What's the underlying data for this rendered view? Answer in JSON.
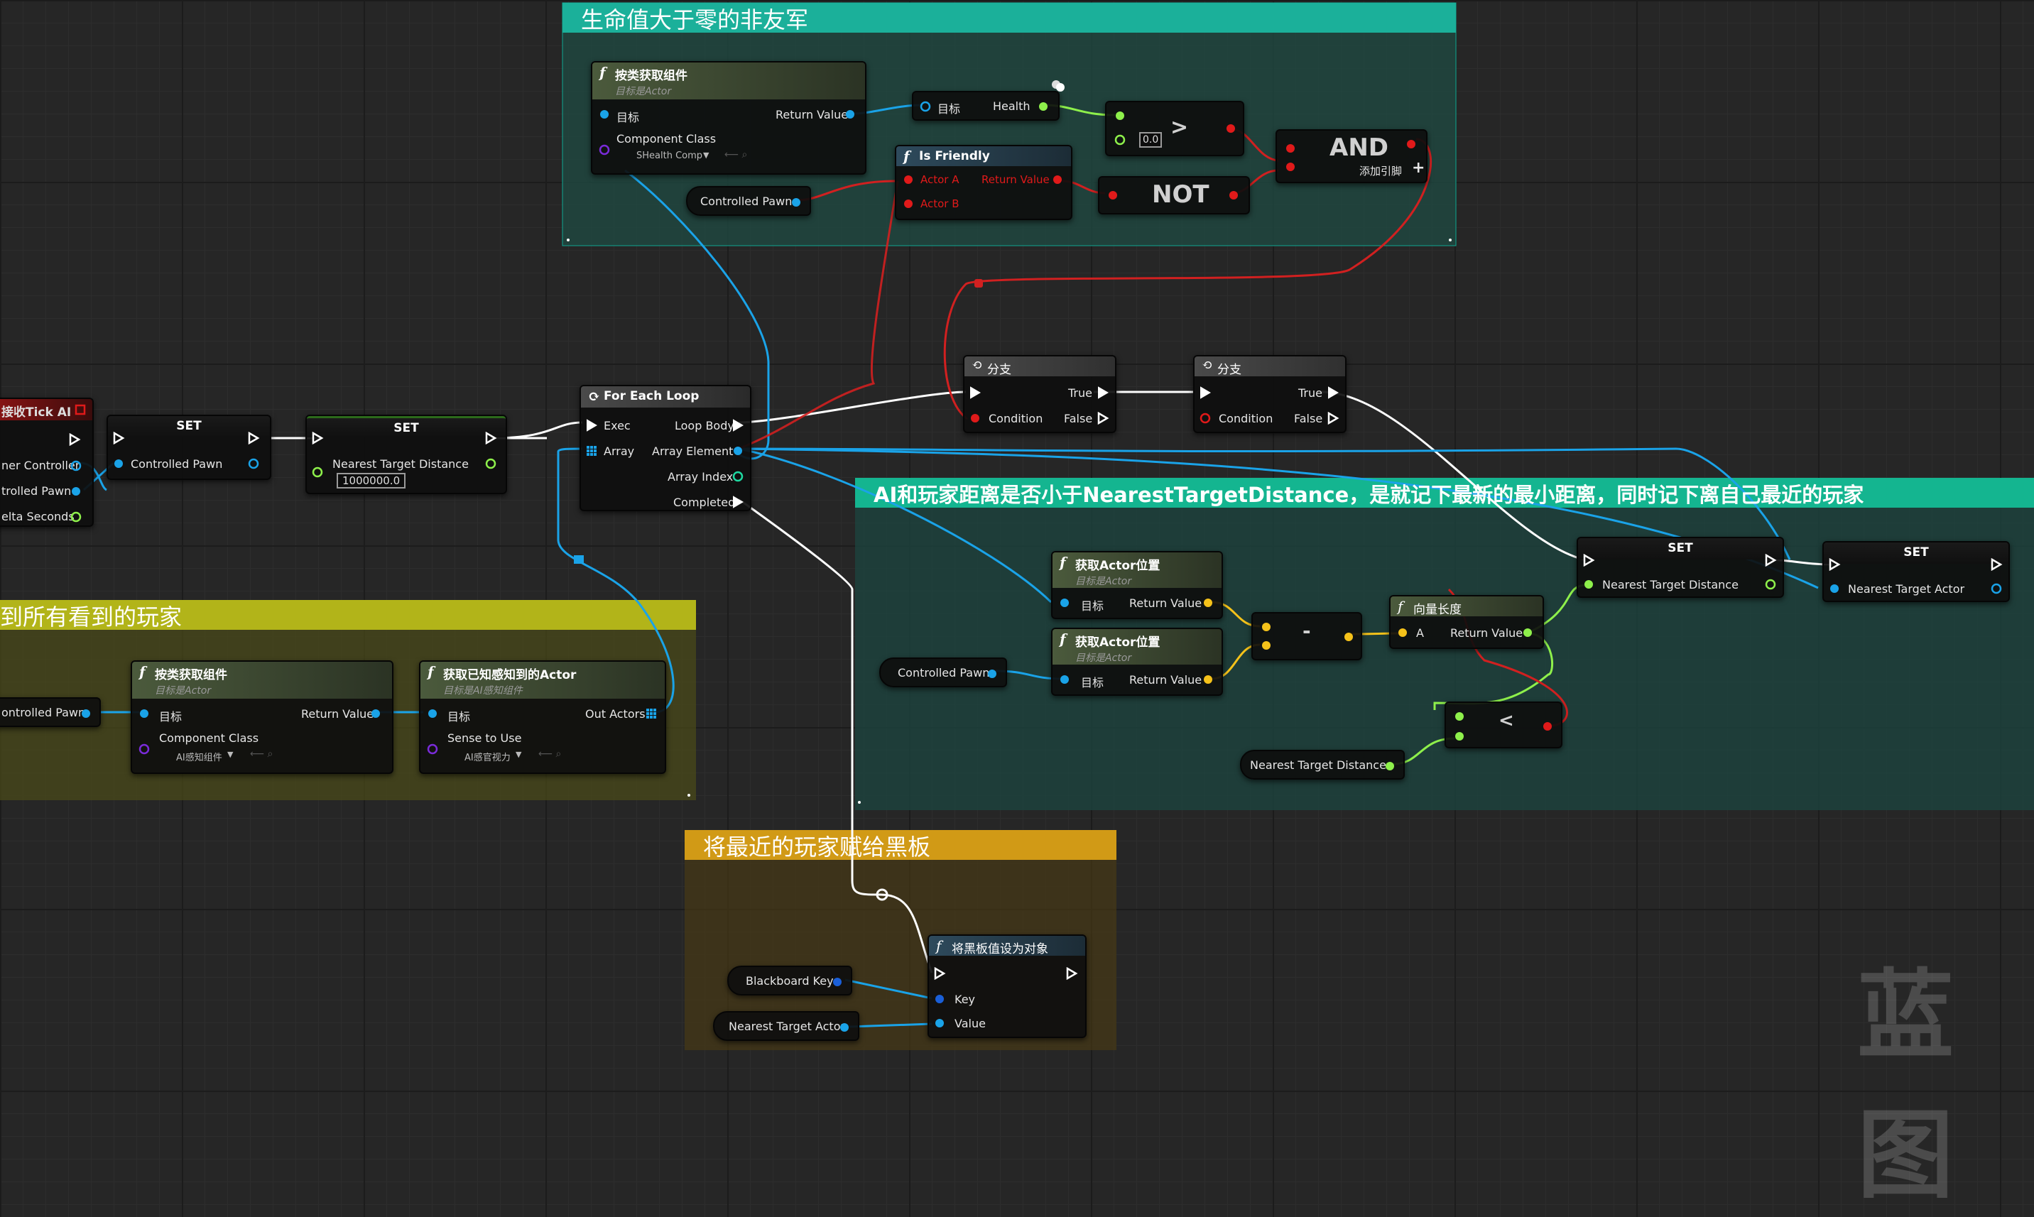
{
  "comments": {
    "health": "生命值大于零的非友军",
    "players": "到所有看到的玩家",
    "distance": "AI和玩家距离是否小于NearestTargetDistance，是就记下最新的最小距离，同时记下离自己最近的玩家",
    "blackboard": "将最近的玩家赋给黑板"
  },
  "nodes": {
    "tick": {
      "title": "接收Tick AI",
      "pins": [
        "ner Controller",
        "trolled Pawn",
        "elta Seconds"
      ]
    },
    "set1": {
      "title": "SET",
      "pin": "Controlled Pawn"
    },
    "set2": {
      "title": "SET",
      "pin": "Nearest Target Distance",
      "value": "1000000.0"
    },
    "getcomp_top": {
      "title": "按类获取组件",
      "subtitle": "目标是Actor",
      "target": "目标",
      "class": "Component Class",
      "class_value": "SHealth Comp",
      "ret": "Return Value"
    },
    "health": {
      "target": "目标",
      "out": "Health"
    },
    "greater": {
      "op": ">",
      "value": "0.0"
    },
    "isfriendly": {
      "title": "Is Friendly",
      "a": "Actor A",
      "b": "Actor B",
      "ret": "Return Value"
    },
    "not": {
      "op": "NOT"
    },
    "and": {
      "op": "AND",
      "add": "添加引脚"
    },
    "pawn_top": {
      "label": "Controlled Pawn"
    },
    "foreach": {
      "title": "For Each Loop",
      "exec": "Exec",
      "array": "Array",
      "body": "Loop Body",
      "elem": "Array Element",
      "index": "Array Index",
      "done": "Completed"
    },
    "branch1": {
      "title": "分支",
      "cond": "Condition",
      "t": "True",
      "f": "False"
    },
    "branch2": {
      "title": "分支",
      "cond": "Condition",
      "t": "True",
      "f": "False"
    },
    "getloc1": {
      "title": "获取Actor位置",
      "subtitle": "目标是Actor",
      "target": "目标",
      "ret": "Return Value"
    },
    "getloc2": {
      "title": "获取Actor位置",
      "subtitle": "目标是Actor",
      "target": "目标",
      "ret": "Return Value"
    },
    "pawn_mid": {
      "label": "Controlled Pawn"
    },
    "minus": {
      "op": "-"
    },
    "veclen": {
      "title": "向量长度",
      "a": "A",
      "ret": "Return Value"
    },
    "less": {
      "op": "<"
    },
    "ntd_get": {
      "label": "Nearest Target Distance"
    },
    "set3": {
      "title": "SET",
      "pin": "Nearest Target Distance"
    },
    "set4": {
      "title": "SET",
      "pin": "Nearest Target Actor"
    },
    "pawn_left": {
      "label": "ontrolled Pawn"
    },
    "getcomp_bot": {
      "title": "按类获取组件",
      "subtitle": "目标是Actor",
      "target": "目标",
      "class": "Component Class",
      "class_value": "AI感知组件",
      "ret": "Return Value"
    },
    "perceived": {
      "title": "获取已知感知到的Actor",
      "subtitle": "目标是AI感知组件",
      "target": "目标",
      "sense": "Sense to Use",
      "sense_value": "AI感官视力",
      "out": "Out Actors"
    },
    "bbkey": {
      "label": "Blackboard Key"
    },
    "nta_get": {
      "label": "Nearest Target Actor"
    },
    "setbb": {
      "title": "将黑板值设为对象",
      "key": "Key",
      "value": "Value"
    }
  },
  "watermark": "蓝图",
  "colors": {
    "exec": "#ffffff",
    "object": "#1aa3e8",
    "float": "#8ef04b",
    "bool": "#e01a1a",
    "vector": "#f5c21a",
    "class": "#7a2bd9",
    "array": "#1aa3e8"
  }
}
